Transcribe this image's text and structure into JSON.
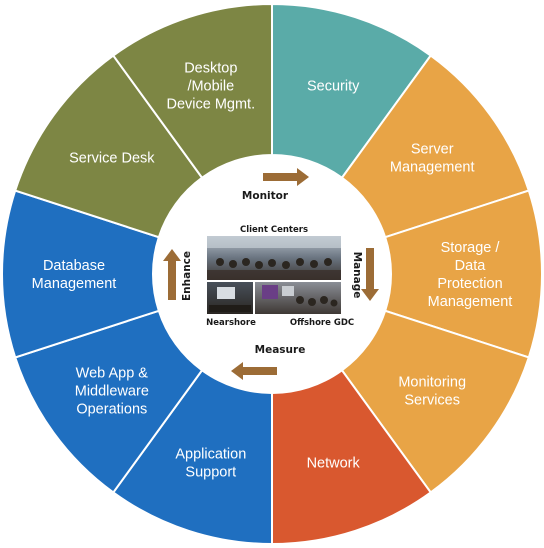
{
  "segments": [
    {
      "lines": [
        "Security"
      ],
      "color": "#5aaba8"
    },
    {
      "lines": [
        "Server",
        "Management"
      ],
      "color": "#e8a446"
    },
    {
      "lines": [
        "Storage /",
        "Data",
        "Protection",
        "Management"
      ],
      "color": "#e8a446"
    },
    {
      "lines": [
        "Monitoring",
        "Services"
      ],
      "color": "#e8a446"
    },
    {
      "lines": [
        "Network"
      ],
      "color": "#d9582f"
    },
    {
      "lines": [
        "Application",
        "Support"
      ],
      "color": "#1f6fc0"
    },
    {
      "lines": [
        "Web App &",
        "Middleware",
        "Operations"
      ],
      "color": "#1f6fc0"
    },
    {
      "lines": [
        "Database",
        "Management"
      ],
      "color": "#1f6fc0"
    },
    {
      "lines": [
        "Service Desk"
      ],
      "color": "#7d8644"
    },
    {
      "lines": [
        "Desktop",
        "/Mobile",
        "Device Mgmt."
      ],
      "color": "#7d8644"
    }
  ],
  "cycle": {
    "monitor": "Monitor",
    "manage": "Manage",
    "measure": "Measure",
    "enhance": "Enhance",
    "arrow_color": "#9c6c36"
  },
  "photos": {
    "top": "Client Centers",
    "bottom_left": "Nearshore",
    "bottom_right": "Offshore GDC"
  }
}
